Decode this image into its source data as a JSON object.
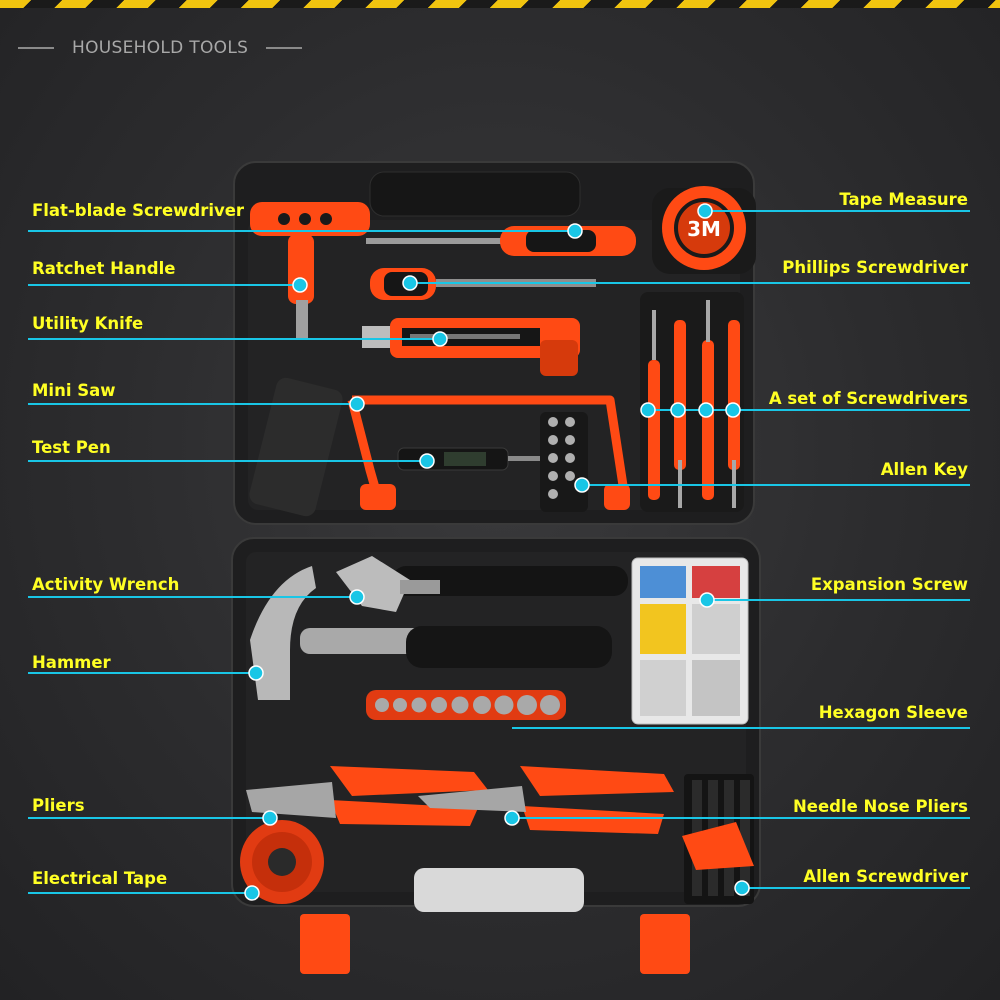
{
  "header": {
    "title": "HOUSEHOLD TOOLS"
  },
  "tape_measure_marking": "3M",
  "colors": {
    "label_text": "#ffff24",
    "leader_line": "#19c6e6",
    "accent_orange": "#ff4a14",
    "case_black": "#1f1f1f",
    "background": "#2c2c2e"
  },
  "labels": {
    "flat_blade_screwdriver": "Flat-blade Screwdriver",
    "ratchet_handle": "Ratchet Handle",
    "utility_knife": "Utility Knife",
    "mini_saw": "Mini Saw",
    "test_pen": "Test Pen",
    "activity_wrench": "Activity Wrench",
    "hammer": "Hammer",
    "pliers": "Pliers",
    "electrical_tape": "Electrical Tape",
    "tape_measure": "Tape Measure",
    "phillips_screwdriver": "Phillips Screwdriver",
    "screwdriver_set": "A set of Screwdrivers",
    "allen_key": "Allen Key",
    "expansion_screw": "Expansion Screw",
    "hexagon_sleeve": "Hexagon Sleeve",
    "needle_nose_pliers": "Needle Nose Pliers",
    "allen_screwdriver": "Allen Screwdriver"
  }
}
